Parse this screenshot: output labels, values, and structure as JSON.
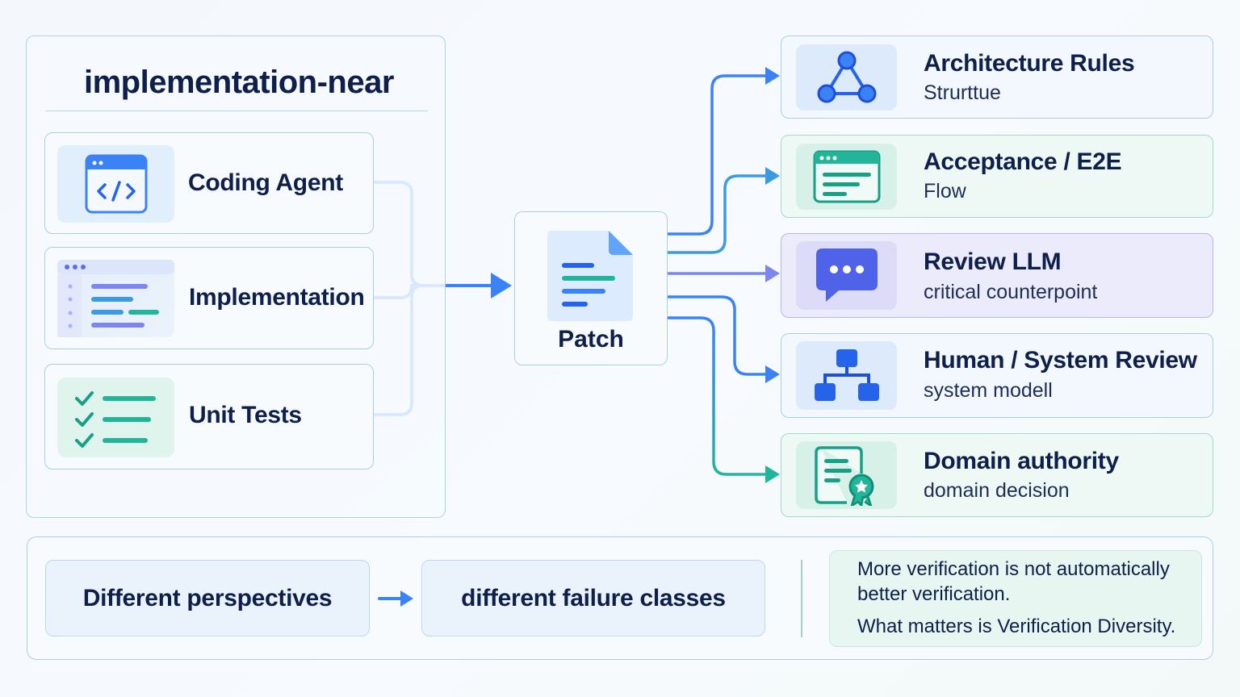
{
  "group": {
    "title": "implementation-near",
    "items": [
      {
        "label": "Coding Agent",
        "icon": "code-window-icon"
      },
      {
        "label": "Implementation",
        "icon": "text-document-icon"
      },
      {
        "label": "Unit Tests",
        "icon": "checklist-icon"
      }
    ]
  },
  "patch": {
    "label": "Patch",
    "icon": "document-icon"
  },
  "targets": [
    {
      "title": "Architecture Rules",
      "subtitle": "Strurttue",
      "icon": "graph-nodes-icon",
      "accent": "#3b82f6"
    },
    {
      "title": "Acceptance / E2E",
      "subtitle": "Flow",
      "icon": "browser-window-icon",
      "accent": "#22b59a"
    },
    {
      "title": "Review LLM",
      "subtitle": "critical counterpoint",
      "icon": "chat-bubble-icon",
      "accent": "#5b6bf0"
    },
    {
      "title": "Human / System Review",
      "subtitle": "system modell",
      "icon": "hierarchy-icon",
      "accent": "#3b82f6"
    },
    {
      "title": "Domain authority",
      "subtitle": "domain decision",
      "icon": "certificate-icon",
      "accent": "#22b59a"
    }
  ],
  "bottom": {
    "left": "Different perspectives",
    "right": "different failure classes",
    "note_line1": "More verification is not automatically",
    "note_line2": "better verification.",
    "note_line3": "What matters is Verification Diversity."
  },
  "colors": {
    "blue": "#3b82f6",
    "teal": "#22b59a",
    "indigo": "#5b6bf0",
    "navy": "#0f1f4b"
  }
}
